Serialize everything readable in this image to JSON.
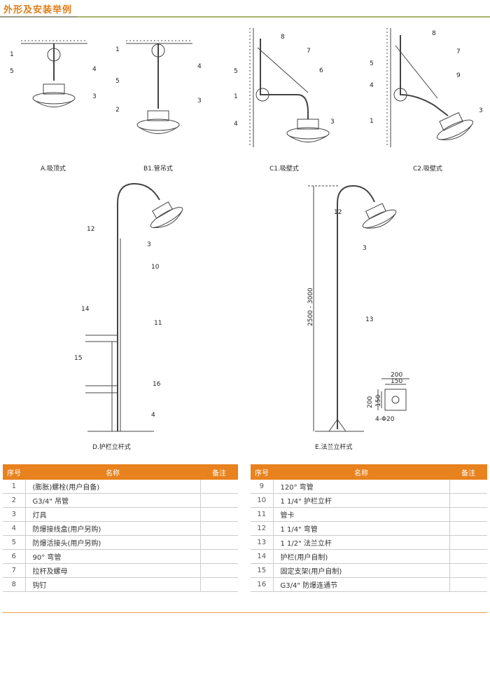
{
  "header": {
    "title": "外形及安装举例"
  },
  "figures": {
    "A": {
      "caption": "A.吸顶式",
      "callouts": [
        "1",
        "5",
        "4",
        "3"
      ]
    },
    "B1": {
      "caption": "B1.管吊式",
      "callouts": [
        "1",
        "5",
        "4",
        "2",
        "3"
      ]
    },
    "C1": {
      "caption": "C1.吸壁式",
      "callouts": [
        "8",
        "7",
        "5",
        "6",
        "1",
        "4",
        "3"
      ]
    },
    "C2": {
      "caption": "C2.吸壁式",
      "callouts": [
        "8",
        "7",
        "5",
        "9",
        "4",
        "1",
        "3"
      ]
    },
    "D": {
      "caption": "D.护栏立杆式",
      "callouts": [
        "12",
        "3",
        "10",
        "14",
        "11",
        "15",
        "16",
        "4"
      ]
    },
    "E": {
      "caption": "E.法兰立杆式",
      "callouts": [
        "12",
        "3",
        "13"
      ],
      "height_dim": "2500 - 3000",
      "flange_dims": [
        "200",
        "150",
        "200",
        "150"
      ],
      "holes": "4-Φ20"
    }
  },
  "table_headers": {
    "no": "序号",
    "name": "名称",
    "remark": "备注"
  },
  "parts_left": [
    {
      "no": "1",
      "name": "(膨胀)螺栓(用户自备)",
      "remark": ""
    },
    {
      "no": "2",
      "name": "G3/4\"  吊管",
      "remark": ""
    },
    {
      "no": "3",
      "name": "灯具",
      "remark": ""
    },
    {
      "no": "4",
      "name": "防爆接线盒(用户另购)",
      "remark": ""
    },
    {
      "no": "5",
      "name": "防爆活接头(用户另购)",
      "remark": ""
    },
    {
      "no": "6",
      "name": "90°  弯管",
      "remark": ""
    },
    {
      "no": "7",
      "name": "拉杆及螺母",
      "remark": ""
    },
    {
      "no": "8",
      "name": "钩钉",
      "remark": ""
    }
  ],
  "parts_right": [
    {
      "no": "9",
      "name": "120°  弯管",
      "remark": ""
    },
    {
      "no": "10",
      "name": "1 1/4\"  护栏立杆",
      "remark": ""
    },
    {
      "no": "11",
      "name": "管卡",
      "remark": ""
    },
    {
      "no": "12",
      "name": "1 1/4\"  弯管",
      "remark": ""
    },
    {
      "no": "13",
      "name": "1 1/2\"  法兰立杆",
      "remark": ""
    },
    {
      "no": "14",
      "name": "护栏(用户自制)",
      "remark": ""
    },
    {
      "no": "15",
      "name": "固定支架(用户自制)",
      "remark": ""
    },
    {
      "no": "16",
      "name": "G3/4\"  防爆连通节",
      "remark": ""
    }
  ],
  "colors": {
    "accent": "#e8821e",
    "rule": "#a9b56a"
  }
}
